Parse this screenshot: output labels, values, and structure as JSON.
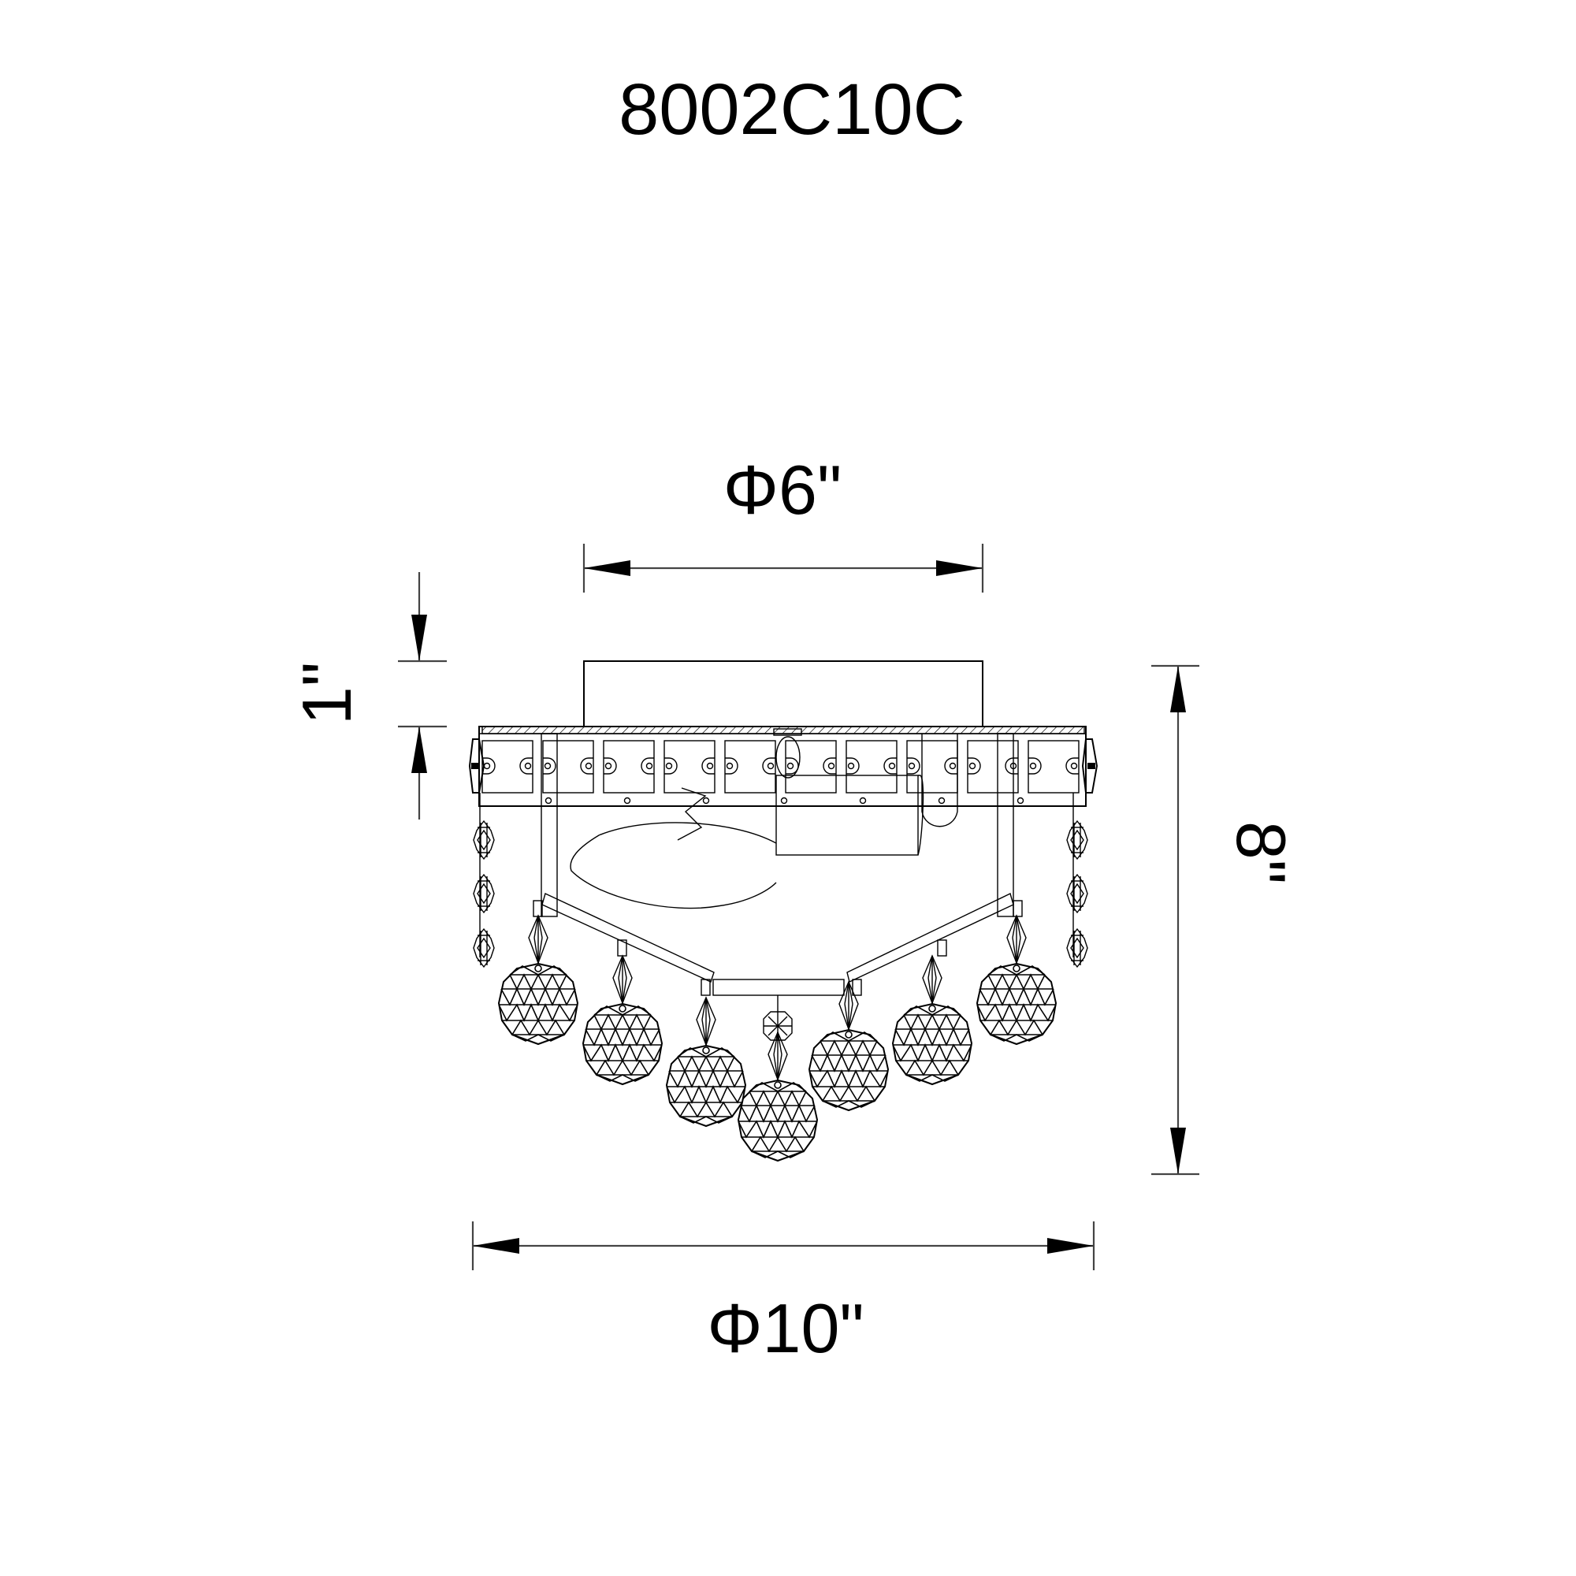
{
  "drawing": {
    "title": "8002C10C",
    "colors": {
      "line": "#000000",
      "dimension_line": "#444444",
      "background": "#ffffff"
    }
  },
  "dimensions": {
    "canopy_diameter": {
      "label": "Φ6\"",
      "value": 6,
      "unit": "in",
      "orientation": "horizontal"
    },
    "canopy_height": {
      "label": "1\"",
      "value": 1,
      "unit": "in",
      "orientation": "vertical"
    },
    "overall_height": {
      "label": "8\"",
      "value": 8,
      "unit": "in",
      "orientation": "vertical"
    },
    "overall_diameter": {
      "label": "Φ10\"",
      "value": 10,
      "unit": "in",
      "orientation": "horizontal"
    }
  },
  "fixture": {
    "canopy": "rectangle",
    "band_panels": 10,
    "hanging_balls": 7,
    "side_crystal_strands": 2,
    "crystals_per_strand": 3,
    "center_octagon_crystal": 1
  }
}
